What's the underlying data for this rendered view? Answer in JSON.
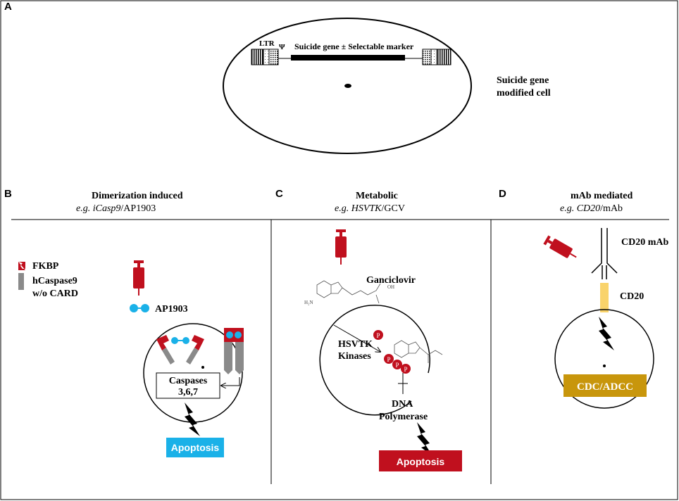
{
  "panelA": {
    "label": "A",
    "ltr": "LTR",
    "psi": "Ψ",
    "construct": "Suicide gene ± Selectable marker",
    "cell_label_1": "Suicide gene",
    "cell_label_2": "modified cell"
  },
  "panelB": {
    "label": "B",
    "title": "Dimerization  induced",
    "subtitle_eg": "e.g. ",
    "subtitle_gene": "iCasp9",
    "subtitle_drug": "/AP1903",
    "legend_fkbp": "FKBP",
    "legend_casp_1": "hCaspase9",
    "legend_casp_2": "w/o CARD",
    "drug": "AP1903",
    "caspases_1": "Caspases",
    "caspases_2": "3,6,7",
    "outcome": "Apoptosis"
  },
  "panelC": {
    "label": "C",
    "title": "Metabolic",
    "subtitle_eg": "e.g. ",
    "subtitle_gene": "HSVTK",
    "subtitle_drug": "/GCV",
    "drug": "Ganciclovir",
    "kinase_1": "HSVTK",
    "kinase_2": "Kinases",
    "phosphate": "P",
    "polymerase_1": "DNA",
    "polymerase_2": "Polymerase",
    "outcome": "Apoptosis",
    "chem_nh2": "H₂N",
    "chem_oh": "OH"
  },
  "panelD": {
    "label": "D",
    "title": "mAb mediated",
    "subtitle_eg": "e.g. ",
    "subtitle_gene": "CD20",
    "subtitle_drug": "/mAb",
    "antibody": "CD20 mAb",
    "antigen": "CD20",
    "outcome": "CDC/ADCC"
  },
  "colors": {
    "red": "#c0101e",
    "cyan": "#1ab1e8",
    "apoptosisC": "#c0101e",
    "gold": "#c8960c",
    "cd20": "#f9d36b",
    "gray": "#8a8a8a"
  }
}
